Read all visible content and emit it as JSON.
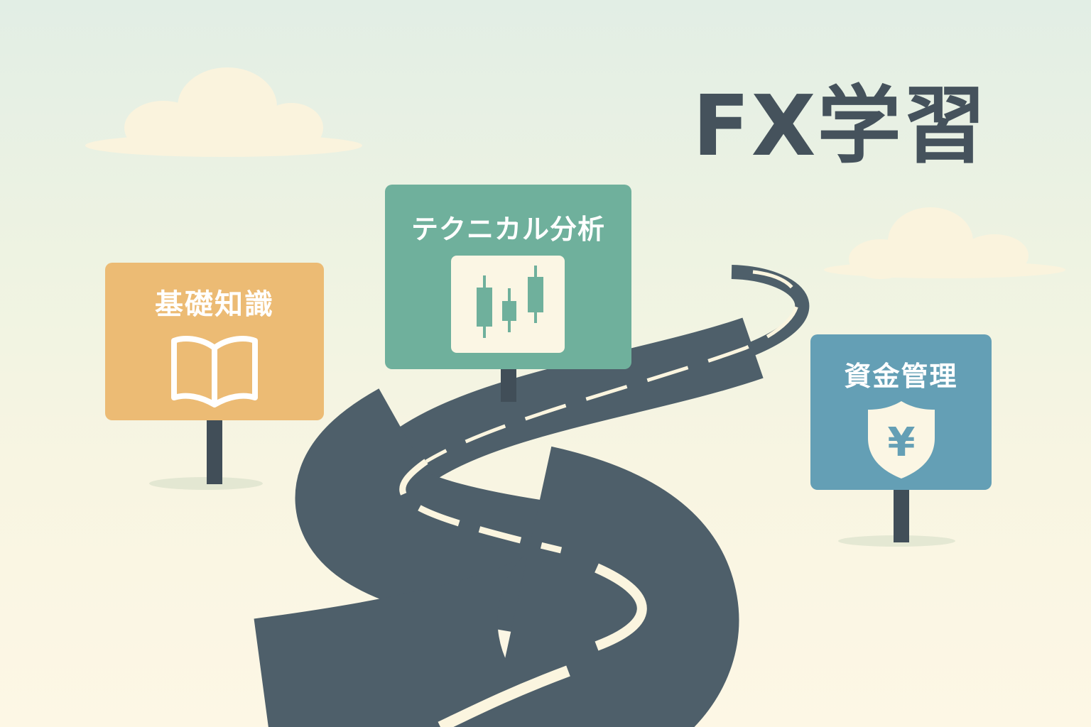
{
  "title": "FX学習",
  "signs": [
    {
      "label": "基礎知識",
      "icon": "open-book-icon",
      "color": "#ecbb74"
    },
    {
      "label": "テクニカル分析",
      "icon": "candlestick-chart-icon",
      "color": "#6fb09c"
    },
    {
      "label": "資金管理",
      "icon": "yen-shield-icon",
      "color": "#649fb5"
    }
  ],
  "colors": {
    "road": "#4e5f6a",
    "title": "#45525c",
    "post": "#414e58"
  }
}
